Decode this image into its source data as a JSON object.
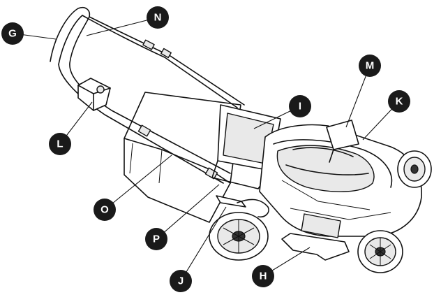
{
  "callouts": [
    {
      "id": "G",
      "label": "G"
    },
    {
      "id": "N",
      "label": "N"
    },
    {
      "id": "M",
      "label": "M"
    },
    {
      "id": "K",
      "label": "K"
    },
    {
      "id": "I",
      "label": "I"
    },
    {
      "id": "L",
      "label": "L"
    },
    {
      "id": "O",
      "label": "O"
    },
    {
      "id": "P",
      "label": "P"
    },
    {
      "id": "J",
      "label": "J"
    },
    {
      "id": "H",
      "label": "H"
    }
  ]
}
